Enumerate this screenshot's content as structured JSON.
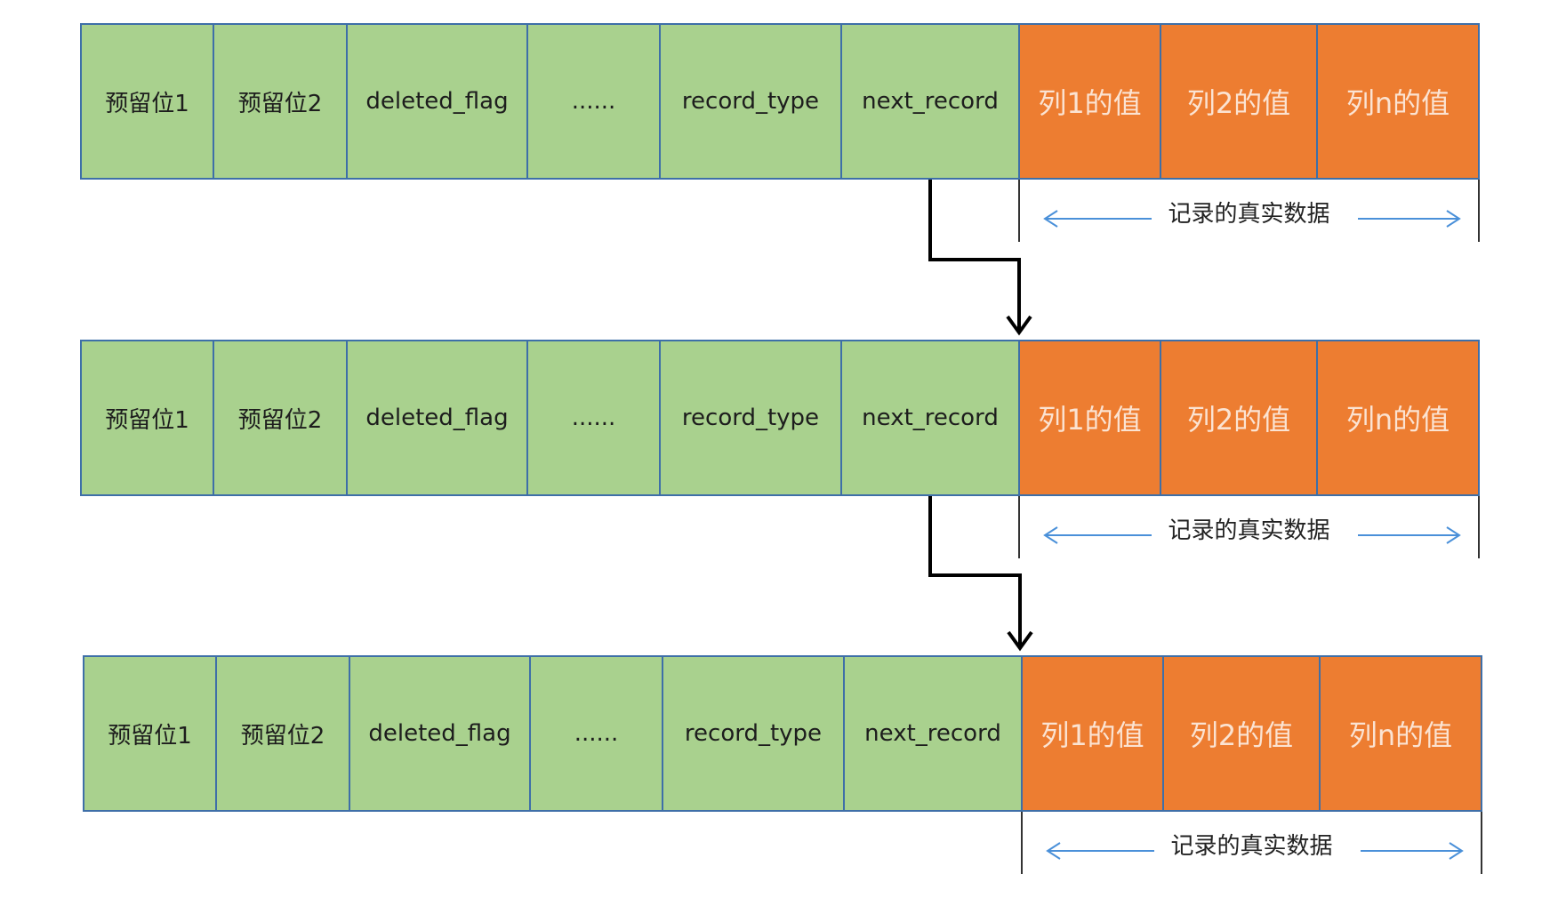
{
  "colors": {
    "header_fill": "#a9d18e",
    "value_fill": "#ed7d31",
    "border": "#3e6fa8",
    "range_arrow": "#4a90d9",
    "connector": "#000000"
  },
  "records": [
    {
      "fields": [
        "预留位1",
        "预留位2",
        "deleted_flag",
        "......",
        "record_type",
        "next_record"
      ],
      "values": [
        "列1的值",
        "列2的值",
        "列n的值"
      ],
      "data_label": "记录的真实数据"
    },
    {
      "fields": [
        "预留位1",
        "预留位2",
        "deleted_flag",
        "......",
        "record_type",
        "next_record"
      ],
      "values": [
        "列1的值",
        "列2的值",
        "列n的值"
      ],
      "data_label": "记录的真实数据"
    },
    {
      "fields": [
        "预留位1",
        "预留位2",
        "deleted_flag",
        "......",
        "record_type",
        "next_record"
      ],
      "values": [
        "列1的值",
        "列2的值",
        "列n的值"
      ],
      "data_label": "记录的真实数据"
    }
  ]
}
